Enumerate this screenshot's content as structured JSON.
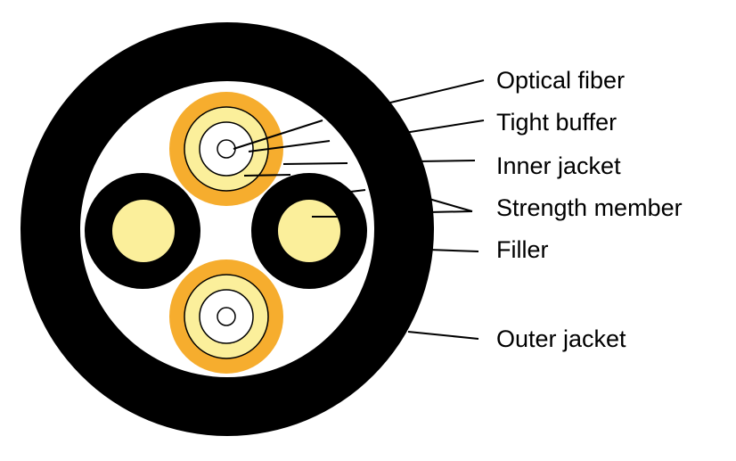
{
  "labels": [
    "Optical fiber",
    "Tight buffer",
    "Inner jacket",
    "Strength member",
    "Filler",
    "Outer jacket"
  ],
  "colors": {
    "outer_jacket": "#000000",
    "cable_core": "#ffffff",
    "filler": "#000000",
    "filler_center": "#fbef9b",
    "inner_jacket": "#f6ad2e",
    "strength_member": "#fbef9b",
    "tight_buffer": "#ffffff",
    "optical_fiber": "#ffffff",
    "leader_line": "#000000"
  }
}
